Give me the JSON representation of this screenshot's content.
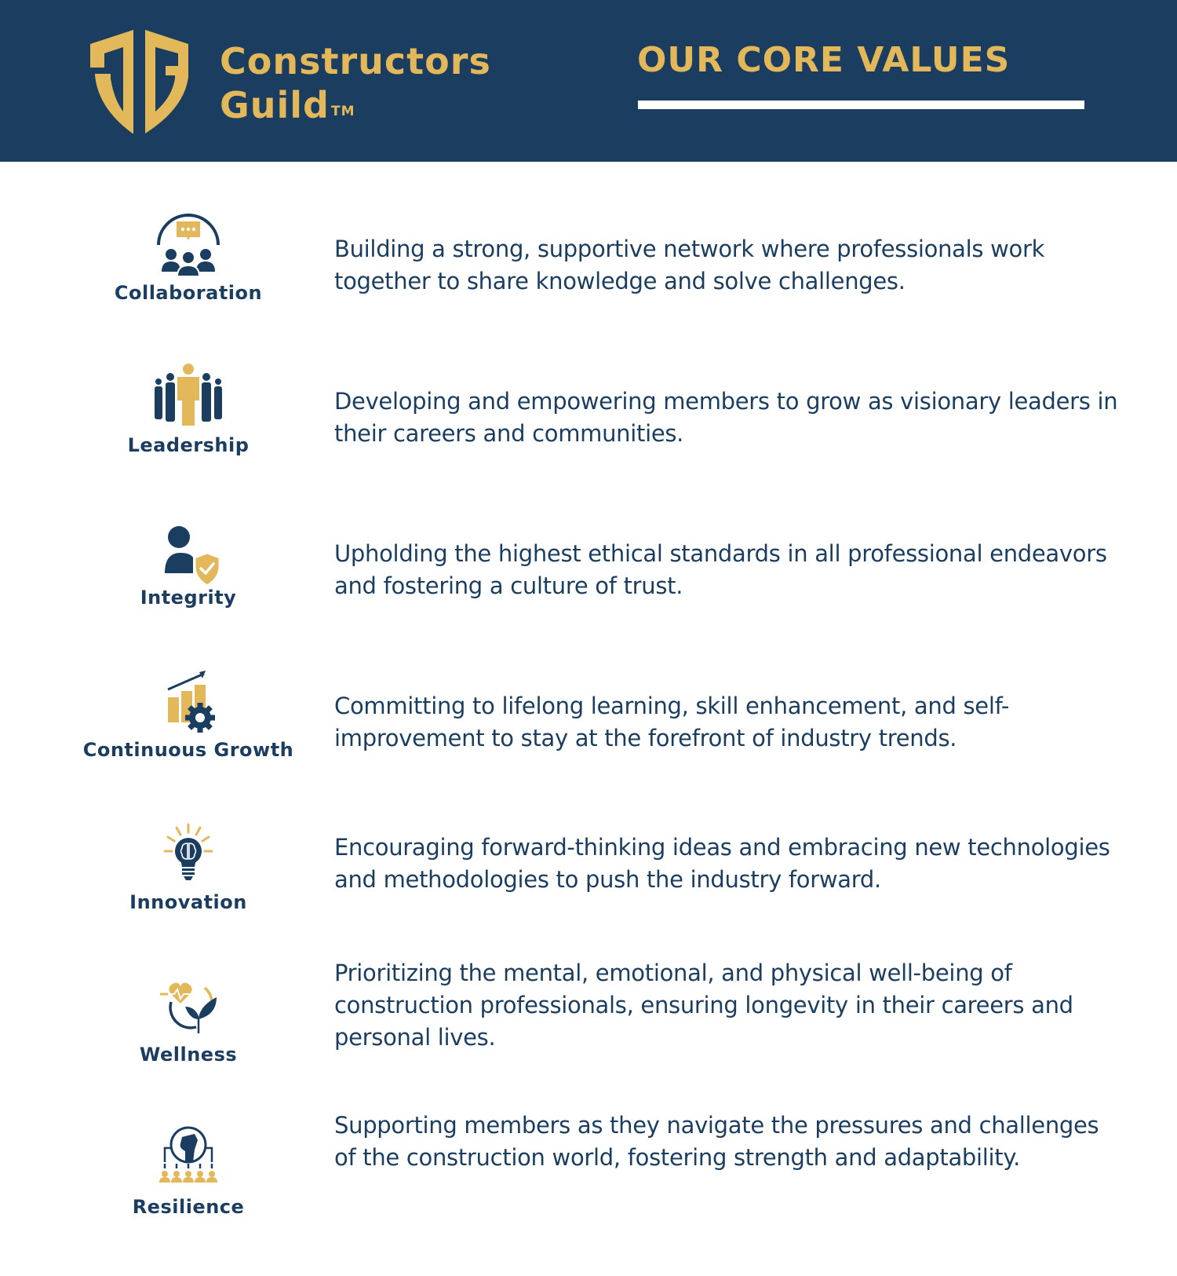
{
  "header": {
    "brand_name_line1": "Constructors",
    "brand_name_line2": "Guild",
    "trademark": "TM",
    "title": "OUR CORE VALUES",
    "logo_icon": "jg-shield-logo-icon"
  },
  "colors": {
    "navy": "#1b3d5f",
    "gold": "#e2b85b",
    "white": "#ffffff"
  },
  "values": [
    {
      "name": "Collaboration",
      "icon": "team-chat-icon",
      "description": "Building a strong, supportive network where professionals work together to share knowledge and solve challenges."
    },
    {
      "name": "Leadership",
      "icon": "leader-group-icon",
      "description": "Developing and empowering members to grow as visionary leaders in their careers and communities."
    },
    {
      "name": "Integrity",
      "icon": "person-shield-icon",
      "description": "Upholding the highest ethical standards in all professional endeavors and fostering a culture of trust."
    },
    {
      "name": "Continuous Growth",
      "icon": "growth-chart-gear-icon",
      "description": "Committing to lifelong learning, skill enhancement, and self-improvement to stay at the forefront of industry trends."
    },
    {
      "name": "Innovation",
      "icon": "lightbulb-brain-icon",
      "description": "Encouraging forward-thinking ideas and embracing new technologies and methodologies to push the industry forward."
    },
    {
      "name": "Wellness",
      "icon": "heart-leaf-cycle-icon",
      "description": "Prioritizing the mental, emotional, and physical well-being of construction professionals, ensuring longevity in their careers and personal lives."
    },
    {
      "name": "Resilience",
      "icon": "fist-community-icon",
      "description": "Supporting members as they navigate the pressures and challenges of the construction world, fostering strength and adaptability."
    }
  ]
}
